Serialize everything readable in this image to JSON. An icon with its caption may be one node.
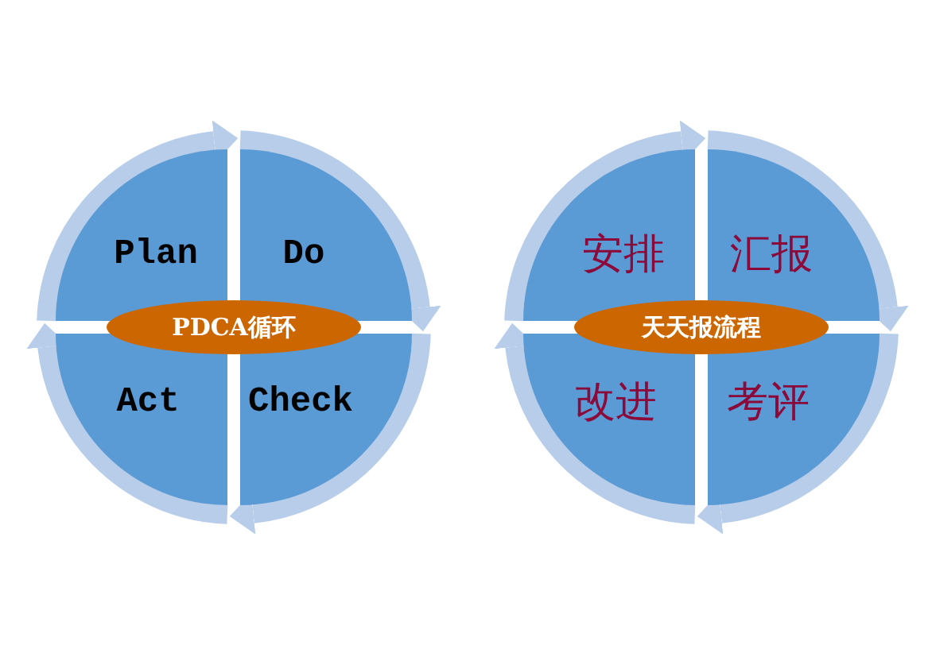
{
  "diagram": {
    "nodes": [
      {
        "text": [
          "Plan"
        ]
      },
      {
        "text": [
          "Do"
        ]
      },
      {
        "text": [
          "PDCA循环"
        ]
      },
      {
        "text": [
          "Act"
        ]
      },
      {
        "text": [
          "Check"
        ]
      },
      {
        "text": [
          "安排"
        ]
      },
      {
        "text": [
          "汇报"
        ]
      },
      {
        "text": [
          "天天报流程"
        ]
      },
      {
        "text": [
          "改进"
        ]
      },
      {
        "text": [
          "考评"
        ]
      }
    ],
    "edges": [
      {
        "from": 0,
        "to": 1,
        "arrow": "to"
      },
      {
        "from": 1,
        "to": 4,
        "arrow": "to"
      },
      {
        "from": 4,
        "to": 3,
        "arrow": "to"
      },
      {
        "from": 3,
        "to": 0,
        "arrow": "to"
      },
      {
        "from": 5,
        "to": 6,
        "arrow": "to"
      },
      {
        "from": 6,
        "to": 9,
        "arrow": "to"
      },
      {
        "from": 9,
        "to": 8,
        "arrow": "to"
      },
      {
        "from": 8,
        "to": 5,
        "arrow": "to"
      }
    ]
  }
}
